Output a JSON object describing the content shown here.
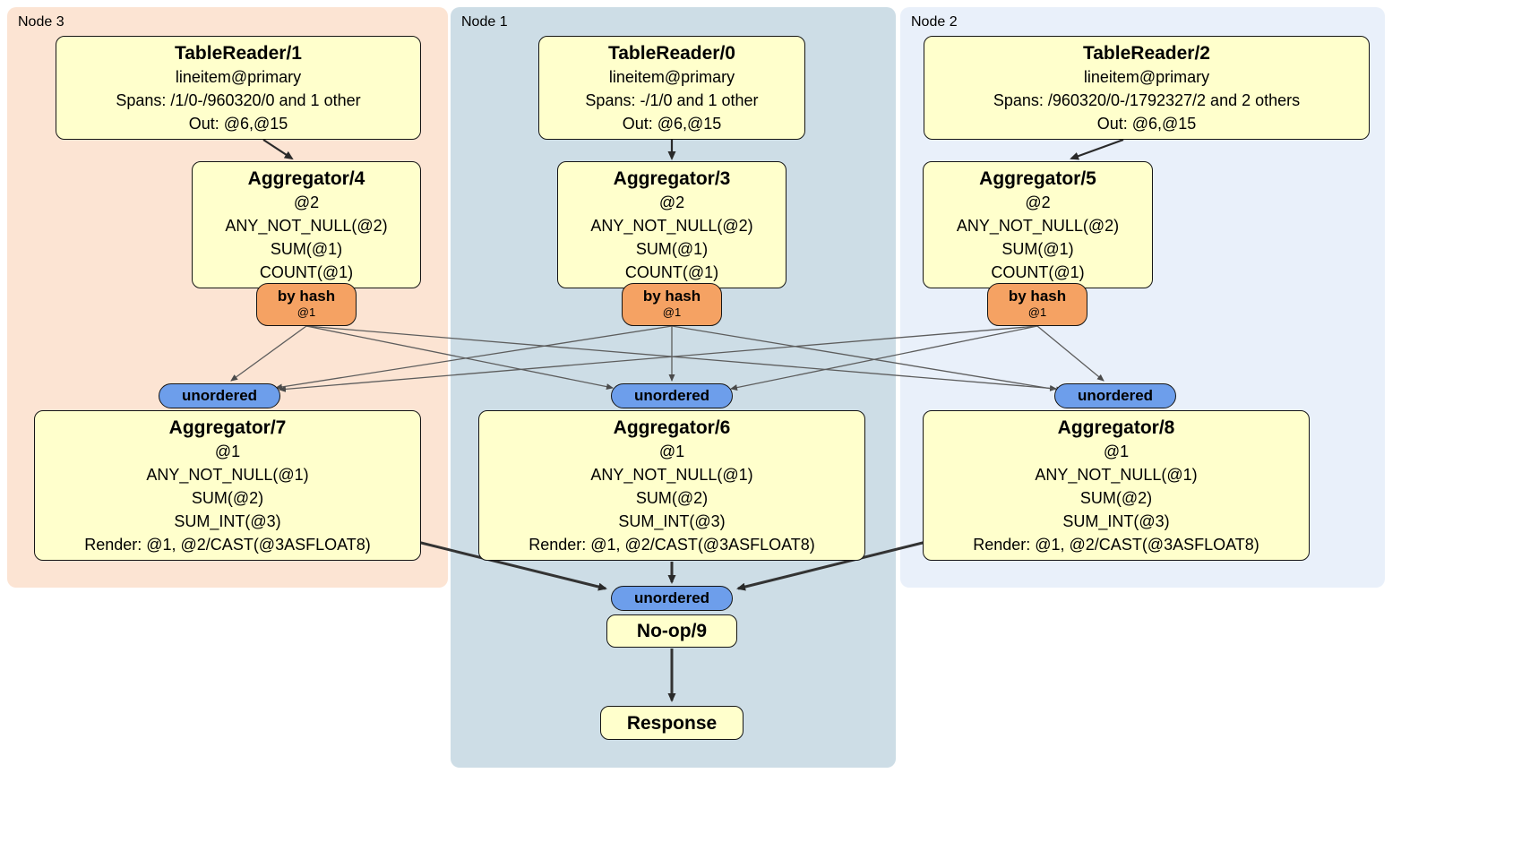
{
  "diagram": {
    "regions": {
      "node3": {
        "label": "Node 3"
      },
      "node1": {
        "label": "Node 1"
      },
      "node2": {
        "label": "Node 2"
      }
    },
    "processors": {
      "tr1": {
        "title": "TableReader/1",
        "table": "lineitem@primary",
        "spans": "Spans: /1/0-/960320/0 and 1 other",
        "out": "Out: @6,@15"
      },
      "tr0": {
        "title": "TableReader/0",
        "table": "lineitem@primary",
        "spans": "Spans: -/1/0 and 1 other",
        "out": "Out: @6,@15"
      },
      "tr2": {
        "title": "TableReader/2",
        "table": "lineitem@primary",
        "spans": "Spans: /960320/0-/1792327/2 and 2 others",
        "out": "Out: @6,@15"
      },
      "agg4": {
        "title": "Aggregator/4",
        "group": "@2",
        "l1": "ANY_NOT_NULL(@2)",
        "l2": "SUM(@1)",
        "l3": "COUNT(@1)"
      },
      "agg3": {
        "title": "Aggregator/3",
        "group": "@2",
        "l1": "ANY_NOT_NULL(@2)",
        "l2": "SUM(@1)",
        "l3": "COUNT(@1)"
      },
      "agg5": {
        "title": "Aggregator/5",
        "group": "@2",
        "l1": "ANY_NOT_NULL(@2)",
        "l2": "SUM(@1)",
        "l3": "COUNT(@1)"
      },
      "agg7": {
        "title": "Aggregator/7",
        "group": "@1",
        "l1": "ANY_NOT_NULL(@1)",
        "l2": "SUM(@2)",
        "l3": "SUM_INT(@3)",
        "l4": "Render: @1, @2/CAST(@3ASFLOAT8)"
      },
      "agg6": {
        "title": "Aggregator/6",
        "group": "@1",
        "l1": "ANY_NOT_NULL(@1)",
        "l2": "SUM(@2)",
        "l3": "SUM_INT(@3)",
        "l4": "Render: @1, @2/CAST(@3ASFLOAT8)"
      },
      "agg8": {
        "title": "Aggregator/8",
        "group": "@1",
        "l1": "ANY_NOT_NULL(@1)",
        "l2": "SUM(@2)",
        "l3": "SUM_INT(@3)",
        "l4": "Render: @1, @2/CAST(@3ASFLOAT8)"
      },
      "noop": {
        "title": "No-op/9"
      },
      "response": {
        "title": "Response"
      }
    },
    "routers": {
      "hash4": {
        "label": "by hash",
        "key": "@1"
      },
      "hash3": {
        "label": "by hash",
        "key": "@1"
      },
      "hash5": {
        "label": "by hash",
        "key": "@1"
      }
    },
    "streams": {
      "sync7": {
        "label": "unordered"
      },
      "sync6": {
        "label": "unordered"
      },
      "sync8": {
        "label": "unordered"
      },
      "sync9": {
        "label": "unordered"
      }
    },
    "colors": {
      "region_node3": "#fce4d3",
      "region_node1": "#cddde6",
      "region_node2": "#e9f0fa",
      "processor_fill": "#ffffcc",
      "hash_router_fill": "#f5a263",
      "stream_fill": "#6d9eeb"
    }
  }
}
